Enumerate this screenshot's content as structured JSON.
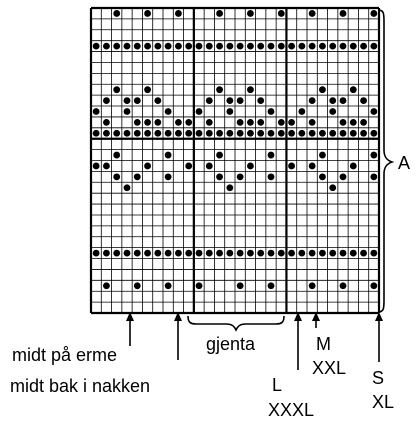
{
  "diagram": {
    "grid_columns": 28,
    "grid_rows": 28,
    "thick_column_lines": [
      10,
      19
    ],
    "thick_row_line": 12,
    "dot_rows": [
      {
        "row": 0,
        "cols": [
          2,
          5,
          8,
          12,
          15,
          18,
          21,
          24,
          27
        ]
      },
      {
        "row": 3,
        "cols": [
          0,
          1,
          2,
          3,
          4,
          5,
          6,
          7,
          8,
          9,
          10,
          11,
          12,
          13,
          14,
          15,
          16,
          17,
          18,
          19,
          20,
          21,
          22,
          23,
          24,
          25,
          26,
          27
        ]
      },
      {
        "row": 7,
        "cols": [
          2,
          5,
          12,
          15,
          22,
          25
        ]
      },
      {
        "row": 8,
        "cols": [
          1,
          3,
          4,
          6,
          11,
          13,
          14,
          16,
          21,
          23,
          24,
          26
        ]
      },
      {
        "row": 9,
        "cols": [
          0,
          3,
          7,
          10,
          13,
          17,
          20,
          23,
          27
        ]
      },
      {
        "row": 10,
        "cols": [
          1,
          4,
          5,
          6,
          8,
          9,
          11,
          14,
          15,
          16,
          18,
          19,
          21,
          24,
          25,
          26
        ]
      },
      {
        "row": 11,
        "cols": [
          0,
          1,
          2,
          3,
          4,
          5,
          6,
          7,
          8,
          9,
          10,
          11,
          12,
          13,
          14,
          15,
          16,
          17,
          18,
          19,
          20,
          21,
          22,
          23,
          24,
          25,
          26,
          27
        ]
      },
      {
        "row": 13,
        "cols": [
          2,
          7,
          12,
          17,
          22,
          27
        ]
      },
      {
        "row": 14,
        "cols": [
          0,
          1,
          5,
          9,
          11,
          15,
          19,
          21,
          25
        ]
      },
      {
        "row": 15,
        "cols": [
          2,
          4,
          7,
          12,
          14,
          17,
          22,
          24,
          27
        ]
      },
      {
        "row": 16,
        "cols": [
          3,
          13,
          23
        ]
      },
      {
        "row": 22,
        "cols": [
          0,
          1,
          2,
          3,
          4,
          5,
          6,
          7,
          8,
          9,
          10,
          11,
          12,
          13,
          14,
          15,
          16,
          17,
          18,
          19,
          20,
          21,
          22,
          23,
          24,
          25,
          26,
          27
        ]
      },
      {
        "row": 25,
        "cols": [
          1,
          4,
          7,
          10,
          14,
          17,
          21,
          24,
          27
        ]
      }
    ]
  },
  "labels": {
    "A": "A",
    "midt_pa_erme": "midt på erme",
    "midt_bak": "midt bak i nakken",
    "gjenta": "gjenta",
    "M": "M",
    "XXL": "XXL",
    "L": "L",
    "XXXL": "XXXL",
    "S": "S",
    "XL": "XL"
  }
}
